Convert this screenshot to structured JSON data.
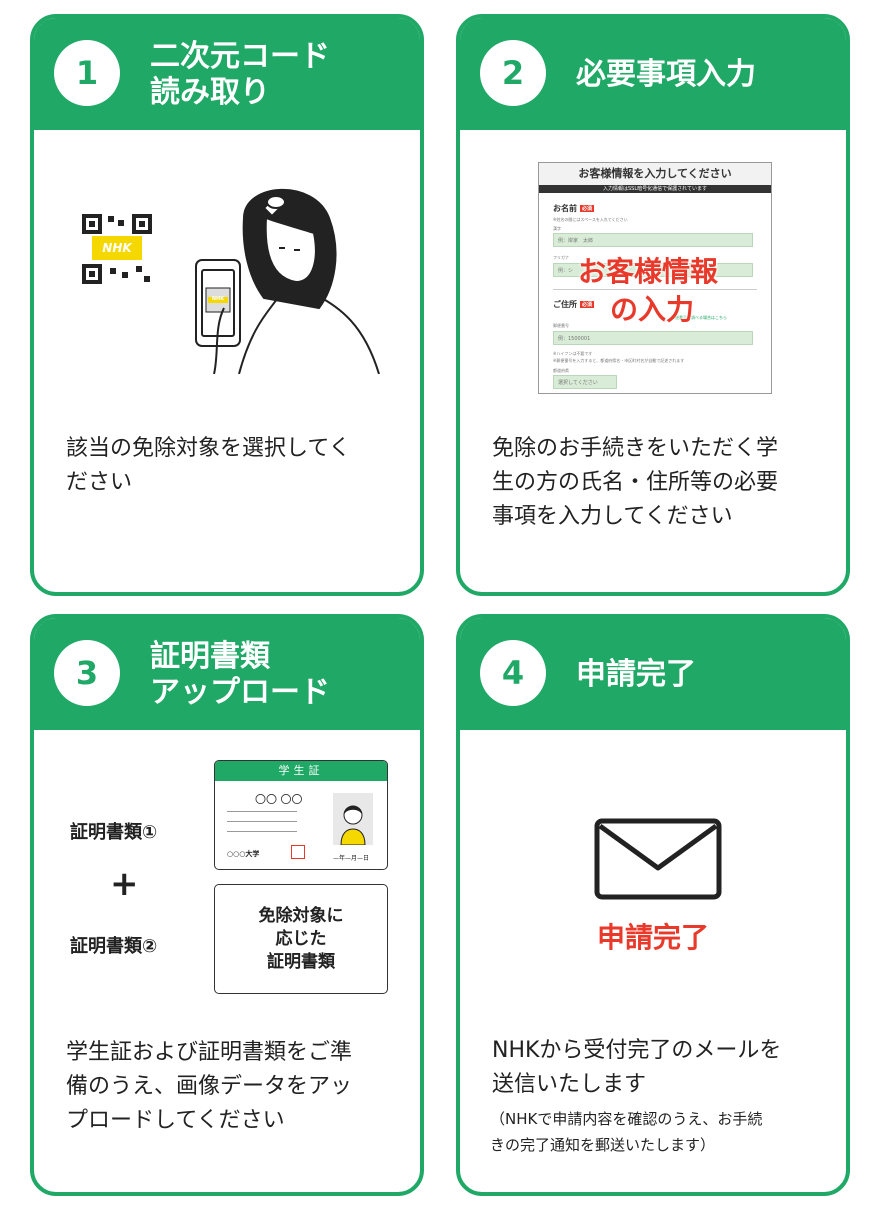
{
  "cards": [
    {
      "number": "1",
      "title_line1": "二次元コード",
      "title_line2": "読み取り",
      "desc_lines": [
        "該当の免除対象を選択してく",
        "ださい"
      ],
      "illustration": {
        "qr_label": "NHK",
        "phone_qr_label": "NHK"
      }
    },
    {
      "number": "2",
      "title": "必要事項入力",
      "desc_lines": [
        "免除のお手続きをいただく学",
        "生の方の氏名・住所等の必要",
        "事項を入力してください"
      ],
      "form": {
        "header": "お客様情報を入力してください",
        "bar": "入力情報はSSL暗号化通信で保護されています",
        "name_label": "お名前",
        "required": "必須",
        "name_hint": "※姓名の間にはスペースを入れてください",
        "kanji_label": "漢字",
        "kanji_placeholder": "例：岸家　太郎",
        "kana_label": "フリガナ",
        "kana_placeholder": "例：シ",
        "address_label": "ご住所",
        "zip_link": "郵便番号を調べる場合はこちら",
        "zip_label": "郵便番号",
        "zip_placeholder": "例：1500001",
        "zip_note1": "※ハイフンは不要です",
        "zip_note2": "※郵便番号を入力すると、都道府県名・市区町村名が自動で記述されます",
        "pref_label": "都道府県",
        "pref_placeholder": "選択してください",
        "overlay_line1": "お客様情報",
        "overlay_line2": "の入力"
      }
    },
    {
      "number": "3",
      "title_line1": "証明書類",
      "title_line2": "アップロード",
      "doc1_label": "証明書類①",
      "plus": "+",
      "doc2_label": "証明書類②",
      "student_card": {
        "header": "学生証",
        "name_value": "〇〇 〇〇",
        "university": "○○○大学",
        "date": "—年—月—日"
      },
      "cert_lines": [
        "免除対象に",
        "応じた",
        "証明書類"
      ],
      "desc_lines": [
        "学生証および証明書類をご準",
        "備のうえ、画像データをアッ",
        "プロードしてください"
      ]
    },
    {
      "number": "4",
      "title": "申請完了",
      "complete_label": "申請完了",
      "desc_lines": [
        "NHKから受付完了のメールを",
        "送信いたします"
      ],
      "note_lines": [
        "（NHKで申請内容を確認のうえ、お手続",
        "きの完了通知を郵送いたします）"
      ]
    }
  ],
  "colors": {
    "accent_green": "#1fa866",
    "alert_red": "#e8392b"
  }
}
